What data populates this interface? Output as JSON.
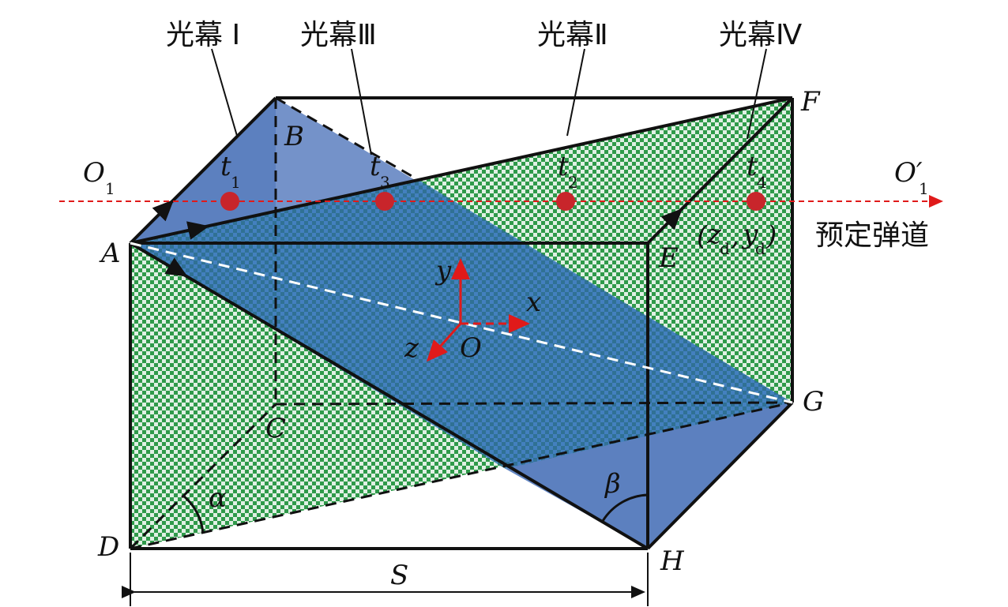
{
  "colors": {
    "blue_plane": "#5b7fbf",
    "green_plane": "#2f9a4a",
    "checker_light": "#ffffff",
    "edge": "#111111",
    "trajectory": "#e01a1a",
    "dot": "#c8252b",
    "axis": "#e01a1a"
  },
  "screens": {
    "screen1": "光幕 Ⅰ",
    "screen3": "光幕Ⅲ",
    "screen2": "光幕Ⅱ",
    "screen4": "光幕Ⅳ"
  },
  "vertices": {
    "A": "A",
    "B": "B",
    "C": "C",
    "D": "D",
    "E": "E",
    "F": "F",
    "G": "G",
    "H": "H"
  },
  "trajectory": {
    "start": "O",
    "start_sub": "1",
    "end": "O′",
    "end_sub": "1",
    "label": "预定弹道"
  },
  "points": {
    "t1": {
      "base": "t",
      "sub": "1"
    },
    "t3": {
      "base": "t",
      "sub": "3"
    },
    "t2": {
      "base": "t",
      "sub": "2"
    },
    "t4": {
      "base": "t",
      "sub": "4"
    }
  },
  "coord": {
    "open": "(",
    "z": "z",
    "z_sub": "d",
    "comma": ",",
    "y": "y",
    "y_sub": "d",
    "close": ")"
  },
  "axes": {
    "x": "x",
    "y": "y",
    "z": "z",
    "origin": "O"
  },
  "angles": {
    "alpha": "α",
    "beta": "β"
  },
  "dimension": {
    "S": "S"
  }
}
